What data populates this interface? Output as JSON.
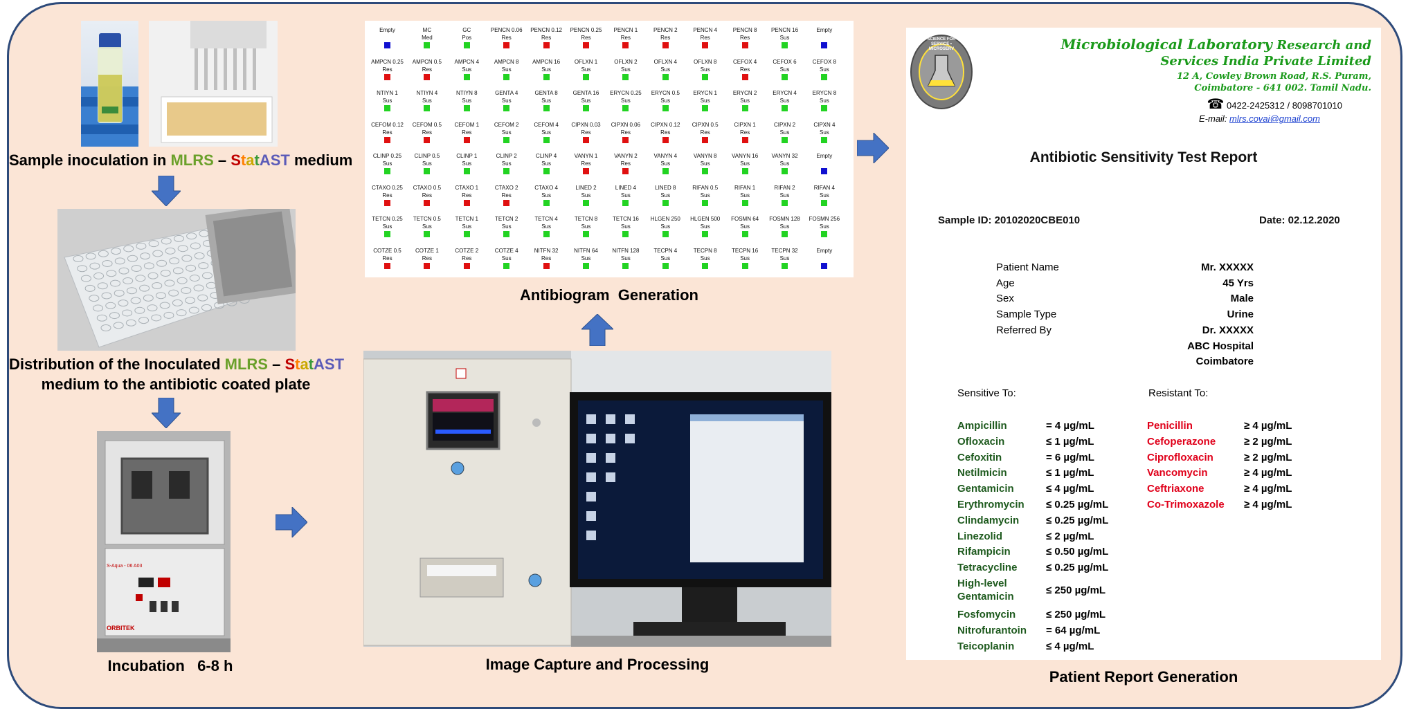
{
  "colors": {
    "frame": "#2d4a7a",
    "background": "#fbe5d6",
    "arrow": "#4472c4",
    "res": "#e01010",
    "sus": "#22d322",
    "empty": "#1010d0",
    "green_text": "#1e5a1e",
    "red_text": "#e0001a",
    "header_green": "#1a9a1a"
  },
  "steps": {
    "step1": {
      "pre": "Sample inoculation in ",
      "mlrs": "MLRS",
      "dash": " – ",
      "stat_s": "S",
      "stat_t": "t",
      "stat_a": "a",
      "stat_t2": "t",
      "stat_ast": "AST",
      "post": " medium"
    },
    "step2": {
      "pre": "Distribution of the Inoculated ",
      "mlrs": "MLRS",
      "dash": " – ",
      "stat_s": "S",
      "stat_t": "t",
      "stat_a": "a",
      "stat_t2": "t",
      "stat_ast": "AST",
      "line2": "medium to the antibiotic coated plate"
    },
    "step3": "Incubation   6-8 h",
    "step4": "Image Capture and Processing",
    "step5": "Antibiogram  Generation",
    "step6": "Patient Report Generation"
  },
  "equipment_labels": {
    "incubator_brand": "ORBITEK",
    "incubator_model": "S-Aqua - 06 A03"
  },
  "antibiogram": {
    "rows": [
      [
        [
          "Empty",
          ""
        ],
        [
          "MC",
          "Med"
        ],
        [
          "GC",
          "Pos"
        ],
        [
          "PENCN 0.06",
          "Res"
        ],
        [
          "PENCN 0.12",
          "Res"
        ],
        [
          "PENCN 0.25",
          "Res"
        ],
        [
          "PENCN 1",
          "Res"
        ],
        [
          "PENCN 2",
          "Res"
        ],
        [
          "PENCN 4",
          "Res"
        ],
        [
          "PENCN 8",
          "Res"
        ],
        [
          "PENCN 16",
          "Sus"
        ],
        [
          "Empty",
          ""
        ]
      ],
      [
        [
          "AMPCN 0.25",
          "Res"
        ],
        [
          "AMPCN 0.5",
          "Res"
        ],
        [
          "AMPCN 4",
          "Sus"
        ],
        [
          "AMPCN 8",
          "Sus"
        ],
        [
          "AMPCN 16",
          "Sus"
        ],
        [
          "OFLXN 1",
          "Sus"
        ],
        [
          "OFLXN 2",
          "Sus"
        ],
        [
          "OFLXN 4",
          "Sus"
        ],
        [
          "OFLXN 8",
          "Sus"
        ],
        [
          "CEFOX 4",
          "Res"
        ],
        [
          "CEFOX 6",
          "Sus"
        ],
        [
          "CEFOX 8",
          "Sus"
        ]
      ],
      [
        [
          "NTIYN 1",
          "Sus"
        ],
        [
          "NTIYN 4",
          "Sus"
        ],
        [
          "NTIYN 8",
          "Sus"
        ],
        [
          "GENTA 4",
          "Sus"
        ],
        [
          "GENTA 8",
          "Sus"
        ],
        [
          "GENTA 16",
          "Sus"
        ],
        [
          "ERYCN 0.25",
          "Sus"
        ],
        [
          "ERYCN 0.5",
          "Sus"
        ],
        [
          "ERYCN 1",
          "Sus"
        ],
        [
          "ERYCN 2",
          "Sus"
        ],
        [
          "ERYCN 4",
          "Sus"
        ],
        [
          "ERYCN 8",
          "Sus"
        ]
      ],
      [
        [
          "CEFOM 0.12",
          "Res"
        ],
        [
          "CEFOM 0.5",
          "Res"
        ],
        [
          "CEFOM 1",
          "Res"
        ],
        [
          "CEFOM 2",
          "Sus"
        ],
        [
          "CEFOM 4",
          "Sus"
        ],
        [
          "CIPXN 0.03",
          "Res"
        ],
        [
          "CIPXN 0.06",
          "Res"
        ],
        [
          "CIPXN 0.12",
          "Res"
        ],
        [
          "CIPXN 0.5",
          "Res"
        ],
        [
          "CIPXN 1",
          "Res"
        ],
        [
          "CIPXN 2",
          "Sus"
        ],
        [
          "CIPXN 4",
          "Sus"
        ]
      ],
      [
        [
          "CLINP 0.25",
          "Sus"
        ],
        [
          "CLINP 0.5",
          "Sus"
        ],
        [
          "CLINP 1",
          "Sus"
        ],
        [
          "CLINP 2",
          "Sus"
        ],
        [
          "CLINP 4",
          "Sus"
        ],
        [
          "VANYN 1",
          "Res"
        ],
        [
          "VANYN 2",
          "Res"
        ],
        [
          "VANYN 4",
          "Sus"
        ],
        [
          "VANYN 8",
          "Sus"
        ],
        [
          "VANYN 16",
          "Sus"
        ],
        [
          "VANYN 32",
          "Sus"
        ],
        [
          "Empty",
          ""
        ]
      ],
      [
        [
          "CTAXO 0.25",
          "Res"
        ],
        [
          "CTAXO 0.5",
          "Res"
        ],
        [
          "CTAXO 1",
          "Res"
        ],
        [
          "CTAXO 2",
          "Res"
        ],
        [
          "CTAXO 4",
          "Sus"
        ],
        [
          "LINED 2",
          "Sus"
        ],
        [
          "LINED 4",
          "Sus"
        ],
        [
          "LINED 8",
          "Sus"
        ],
        [
          "RIFAN 0.5",
          "Sus"
        ],
        [
          "RIFAN 1",
          "Sus"
        ],
        [
          "RIFAN 2",
          "Sus"
        ],
        [
          "RIFAN 4",
          "Sus"
        ]
      ],
      [
        [
          "TETCN 0.25",
          "Sus"
        ],
        [
          "TETCN 0.5",
          "Sus"
        ],
        [
          "TETCN 1",
          "Sus"
        ],
        [
          "TETCN 2",
          "Sus"
        ],
        [
          "TETCN 4",
          "Sus"
        ],
        [
          "TETCN 8",
          "Sus"
        ],
        [
          "TETCN 16",
          "Sus"
        ],
        [
          "HLGEN 250",
          "Sus"
        ],
        [
          "HLGEN 500",
          "Sus"
        ],
        [
          "FOSMN 64",
          "Sus"
        ],
        [
          "FOSMN 128",
          "Sus"
        ],
        [
          "FOSMN 256",
          "Sus"
        ]
      ],
      [
        [
          "COTZE 0.5",
          "Res"
        ],
        [
          "COTZE 1",
          "Res"
        ],
        [
          "COTZE 2",
          "Res"
        ],
        [
          "COTZE 4",
          "Sus"
        ],
        [
          "NITFN 32",
          "Res"
        ],
        [
          "NITFN 64",
          "Sus"
        ],
        [
          "NITFN 128",
          "Sus"
        ],
        [
          "TECPN 4",
          "Sus"
        ],
        [
          "TECPN 8",
          "Sus"
        ],
        [
          "TECPN 16",
          "Sus"
        ],
        [
          "TECPN 32",
          "Sus"
        ],
        [
          "Empty",
          ""
        ]
      ]
    ],
    "cell_colors": [
      [
        "empty",
        "sus",
        "sus",
        "res",
        "res",
        "res",
        "res",
        "res",
        "res",
        "res",
        "sus",
        "empty"
      ],
      [
        "res",
        "res",
        "sus",
        "sus",
        "sus",
        "sus",
        "sus",
        "sus",
        "sus",
        "res",
        "sus",
        "sus"
      ],
      [
        "sus",
        "sus",
        "sus",
        "sus",
        "sus",
        "sus",
        "sus",
        "sus",
        "sus",
        "sus",
        "sus",
        "sus"
      ],
      [
        "res",
        "res",
        "res",
        "sus",
        "sus",
        "res",
        "res",
        "res",
        "res",
        "res",
        "sus",
        "sus"
      ],
      [
        "sus",
        "sus",
        "sus",
        "sus",
        "sus",
        "res",
        "res",
        "sus",
        "sus",
        "sus",
        "sus",
        "empty"
      ],
      [
        "res",
        "res",
        "res",
        "res",
        "sus",
        "sus",
        "sus",
        "sus",
        "sus",
        "sus",
        "sus",
        "sus"
      ],
      [
        "sus",
        "sus",
        "sus",
        "sus",
        "sus",
        "sus",
        "sus",
        "sus",
        "sus",
        "sus",
        "sus",
        "sus"
      ],
      [
        "res",
        "res",
        "res",
        "sus",
        "res",
        "sus",
        "sus",
        "sus",
        "sus",
        "sus",
        "sus",
        "empty"
      ]
    ]
  },
  "report": {
    "logo_text": "SCIENCE FOR SERVICE • MICROSERV",
    "lab_name_1a": "Microbiological Laboratory",
    "lab_name_1b": " Research and",
    "lab_name_2": "Services India Private Limited",
    "address_1": "12 A, Cowley Brown Road, R.S. Puram,",
    "address_2": "Coimbatore - 641 002. Tamil Nadu.",
    "phone": "0422-2425312 / 8098701010",
    "email_label": "E-mail: ",
    "email": "mlrs.covai@gmail.com",
    "title": "Antibiotic Sensitivity Test Report",
    "sample_id": "Sample ID: 20102020CBE010",
    "date": "Date: 02.12.2020",
    "patient": [
      {
        "label": "Patient Name",
        "value": "Mr. XXXXX"
      },
      {
        "label": "Age",
        "value": "45 Yrs"
      },
      {
        "label": "Sex",
        "value": "Male"
      },
      {
        "label": "Sample Type",
        "value": "Urine"
      },
      {
        "label": "Referred By",
        "value": "Dr. XXXXX"
      },
      {
        "label": "",
        "value": "ABC Hospital"
      },
      {
        "label": "",
        "value": "Coimbatore"
      }
    ],
    "sensitive_heading": "Sensitive To:",
    "resistant_heading": "Resistant To:",
    "sensitive": [
      {
        "name": "Ampicillin",
        "value": "= 4 µg/mL"
      },
      {
        "name": "Ofloxacin",
        "value": "≤ 1 µg/mL"
      },
      {
        "name": "Cefoxitin",
        "value": "= 6 µg/mL"
      },
      {
        "name": "Netilmicin",
        "value": "≤ 1 µg/mL"
      },
      {
        "name": "Gentamicin",
        "value": "≤ 4 µg/mL"
      },
      {
        "name": "Erythromycin",
        "value": "≤ 0.25 µg/mL"
      },
      {
        "name": "Clindamycin",
        "value": "≤ 0.25 µg/mL"
      },
      {
        "name": "Linezolid",
        "value": "≤ 2 µg/mL"
      },
      {
        "name": "Rifampicin",
        "value": "≤ 0.50 µg/mL"
      },
      {
        "name": "Tetracycline",
        "value": "≤ 0.25 µg/mL"
      },
      {
        "name": "High-level",
        "name2": "Gentamicin",
        "value": "≤ 250 µg/mL"
      },
      {
        "name": "Fosfomycin",
        "value": "≤ 250 µg/mL"
      },
      {
        "name": "Nitrofurantoin",
        "value": "= 64 µg/mL"
      },
      {
        "name": "Teicoplanin",
        "value": "≤ 4 µg/mL"
      }
    ],
    "resistant": [
      {
        "name": "Penicillin",
        "value": "≥ 4 µg/mL"
      },
      {
        "name": "Cefoperazone",
        "value": "≥ 2 µg/mL"
      },
      {
        "name": "Ciprofloxacin",
        "value": "≥ 2 µg/mL"
      },
      {
        "name": "Vancomycin",
        "value": "≥ 4 µg/mL"
      },
      {
        "name": "Ceftriaxone",
        "value": "≥ 4 µg/mL"
      },
      {
        "name": "Co-Trimoxazole",
        "value": "≥ 4 µg/mL"
      }
    ]
  }
}
